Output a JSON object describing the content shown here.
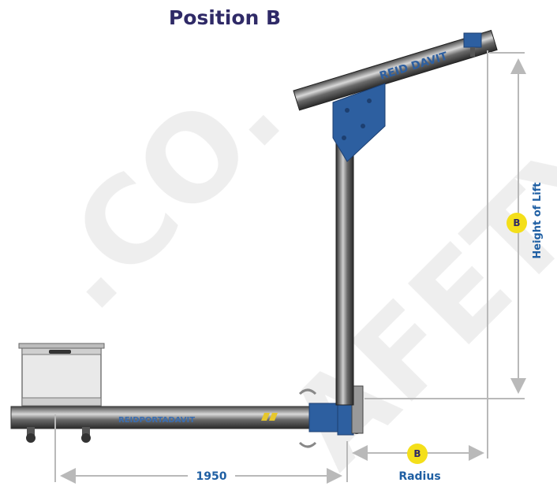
{
  "title": "Position B",
  "brand_text": "REID DAVIT",
  "base_brand_text": "REIDPORTADAVIT",
  "dimensions": {
    "base_length": "1950",
    "radius_label": "Radius",
    "height_label": "Height of Lift",
    "marker": "B"
  },
  "watermark": "SAFETY.CO",
  "colors": {
    "title": "#2f2a67",
    "label": "#1f5fa3",
    "badge": "#f4df1a",
    "steel_blue": "#2d5fa0"
  }
}
